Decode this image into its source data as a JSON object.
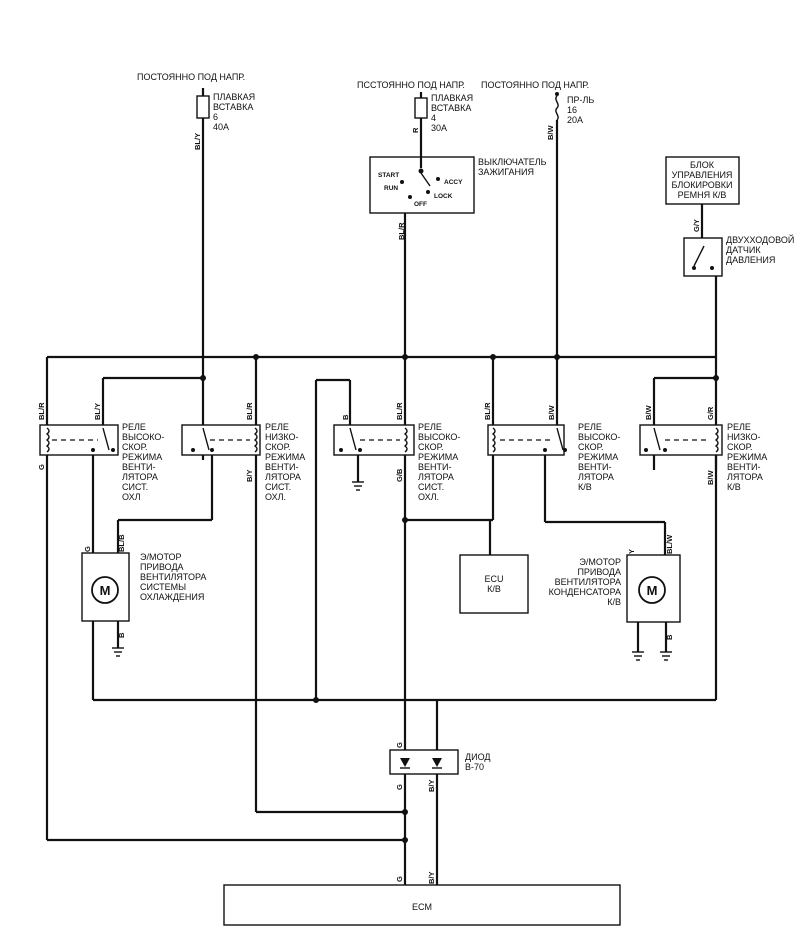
{
  "supply": {
    "left": {
      "title": "ПОСТОЯННО ПОД НАПР.",
      "fuse": [
        "ПЛАВКАЯ",
        "ВСТАВКА",
        "6",
        "40A"
      ],
      "wire": "BL/Y"
    },
    "center": {
      "title": "ПСCТОЯННО ПОД НАПР.",
      "fuse": [
        "ПЛАВКАЯ",
        "ВСТАВКА",
        "4",
        "30A"
      ],
      "wire": "R"
    },
    "right": {
      "title": "ПОСТОЯННО ПОД НАПР.",
      "fuse": [
        "ПР-ЛЬ",
        "16",
        "20A"
      ],
      "wire": "B/W"
    }
  },
  "ignition": {
    "label": [
      "ВЫКЛЮЧАТЕЛЬ",
      "ЗАЖИГАНИЯ"
    ],
    "positions": {
      "start": "START",
      "run": "RUN",
      "off": "OFF",
      "lock": "LOCK",
      "accy": "ACCY"
    },
    "wire_out": "BL/R"
  },
  "ac_lock_unit": {
    "label": [
      "БЛОК",
      "УПРАВЛЕНИЯ",
      "БЛОКИРОВКИ",
      "РЕМНЯ К/В"
    ],
    "wire": "G/Y"
  },
  "pressure_sensor": {
    "label": [
      "ДВУХХОДОВОЙ",
      "ДАТЧИК",
      "ДАВЛЕНИЯ"
    ]
  },
  "relays": [
    {
      "label": [
        "РЕЛЕ",
        "ВЫСОКО-",
        "СКОР.",
        "РЕЖИМА",
        "ВЕНТИ-",
        "ЛЯТОРА",
        "СИСТ.",
        "ОХЛ"
      ],
      "wire_left": "BL/R",
      "wire_right": "BL/Y"
    },
    {
      "label": [
        "РЕЛЕ",
        "НИЗКО-",
        "СКОР.",
        "РЕЖИМА",
        "ВЕНТИ-",
        "ЛЯТОРА",
        "СИСТ.",
        "ОХЛ."
      ],
      "wire_right": "BL/R",
      "wire_bottom": "B/Y"
    },
    {
      "label": [
        "РЕЛЕ",
        "ВЫСОКО-",
        "СКОР.",
        "РЕЖИМА",
        "ВЕНТИ-",
        "ЛЯТОРА",
        "СИСТ.",
        "ОХЛ."
      ],
      "wire_left": "B",
      "wire_right": "BL/R",
      "wire_bottom": "G/B"
    },
    {
      "label": [
        "РЕЛЕ",
        "ВЫСОКО-",
        "СКОР.",
        "РЕЖИМА",
        "ВЕНТИ-",
        "ЛЯТОРА",
        "К/В"
      ],
      "wire_left": "BL/R",
      "wire_right": "B/W"
    },
    {
      "label": [
        "РЕЛЕ",
        "НИЗКО-",
        "СКОР.",
        "РЕЖИМА",
        "ВЕНТИ-",
        "ЛЯТОРА",
        "К/В"
      ],
      "wire_left": "B/W",
      "wire_right": "G/R",
      "wire_bottom": "B/W"
    }
  ],
  "motor_radiator": {
    "label": [
      "Э/МОТОР",
      "ПРИВОДА",
      "ВЕНТИЛЯТОРА",
      "СИСТЕМЫ",
      "ОХЛАЖДЕНИЯ"
    ],
    "symbol": "M",
    "wire_left": "G",
    "wire_right": "BL/B",
    "wire_ground": "B"
  },
  "motor_condenser": {
    "label": [
      "Э/МОТОР",
      "ПРИВОДА",
      "ВЕНТИЛЯТОРА",
      "КОНДЕНСАТОРА",
      "К/В"
    ],
    "symbol": "M",
    "wire_left": "Y",
    "wire_right": "BL/W",
    "wire_ground": "B"
  },
  "ecu_ac": {
    "label": [
      "ECU",
      "К/В"
    ]
  },
  "diode": {
    "label": [
      "ДИОД",
      "B-70"
    ],
    "wire_left": "G",
    "wire_right": "B/Y"
  },
  "ecm": {
    "label": "ECM",
    "wire_left": "G",
    "wire_right": "B/Y"
  },
  "left_wire": "G"
}
